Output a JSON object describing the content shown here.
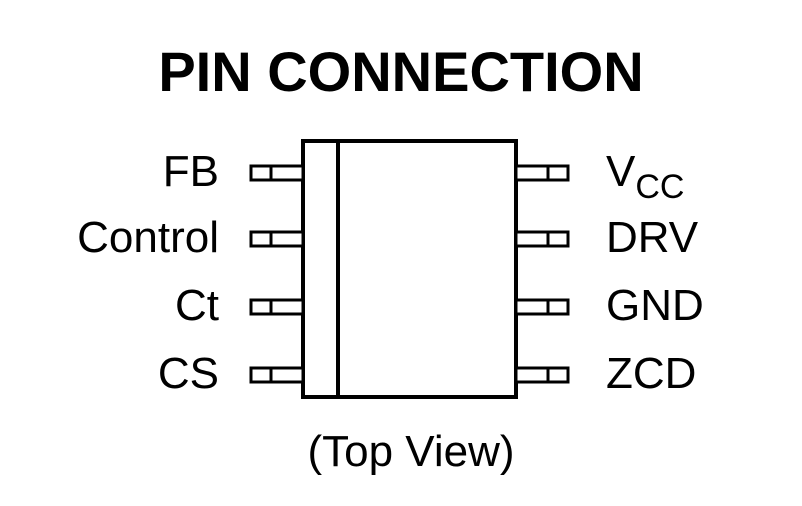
{
  "title": "PIN CONNECTION",
  "left_pins": [
    {
      "label": "FB"
    },
    {
      "label": "Control"
    },
    {
      "label": "Ct"
    },
    {
      "label": "CS"
    }
  ],
  "right_pins": [
    {
      "label": "V",
      "subscript": "CC"
    },
    {
      "label": "DRV",
      "subscript": ""
    },
    {
      "label": "GND",
      "subscript": ""
    },
    {
      "label": "ZCD",
      "subscript": ""
    }
  ],
  "caption": "(Top View)",
  "colors": {
    "stroke": "#000000",
    "background": "#ffffff"
  }
}
